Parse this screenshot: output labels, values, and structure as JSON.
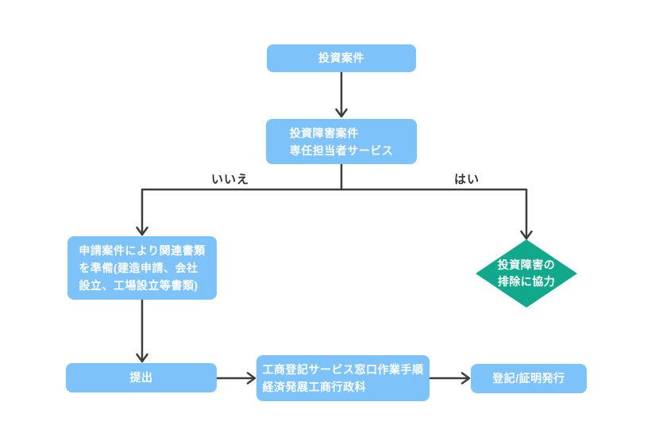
{
  "colors": {
    "background": "#ffffff",
    "node_blue": "#7dc2f8",
    "node_green": "#11a88c",
    "connector": "#3d3d3d",
    "node_text": "#ffffff",
    "branch_label": "#333333"
  },
  "flowchart": {
    "nodes": {
      "start": {
        "label": "投資案件"
      },
      "service": {
        "label": "投資障害案件\n専任担当者サービス"
      },
      "prepare": {
        "label": "申請案件により関連書類\nを準備(建造申請、会社\n設立、工場設立等書類)"
      },
      "cooperate": {
        "label": "投資障害の\n排除に協力"
      },
      "submit": {
        "label": "提出"
      },
      "window_procedure": {
        "label": "工商登記サービス窓口作業手順\n経済発展工商行政科"
      },
      "issue": {
        "label": "登記/証明発行"
      }
    },
    "branch_labels": {
      "no": "いいえ",
      "yes": "はい"
    }
  }
}
